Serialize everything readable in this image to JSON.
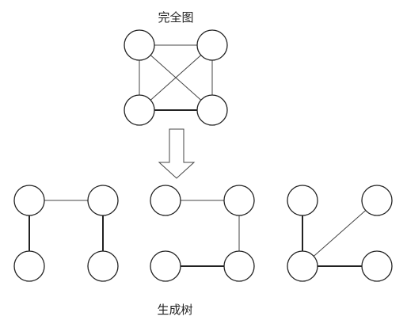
{
  "top_label": "完全图",
  "bottom_label": "生成树",
  "complete_graph": {
    "nodes": [
      "tl",
      "tr",
      "bl",
      "br"
    ],
    "edges": [
      [
        "tl",
        "tr"
      ],
      [
        "bl",
        "br"
      ],
      [
        "tl",
        "bl"
      ],
      [
        "tr",
        "br"
      ],
      [
        "tl",
        "br"
      ],
      [
        "tr",
        "bl"
      ]
    ]
  },
  "spanning_trees": [
    {
      "edges": [
        [
          "tl",
          "tr"
        ],
        [
          "tl",
          "bl"
        ],
        [
          "tr",
          "br"
        ]
      ]
    },
    {
      "edges": [
        [
          "tl",
          "tr"
        ],
        [
          "tr",
          "br"
        ],
        [
          "bl",
          "br"
        ]
      ]
    },
    {
      "edges": [
        [
          "tl",
          "bl"
        ],
        [
          "bl",
          "tr"
        ],
        [
          "bl",
          "br"
        ]
      ]
    }
  ]
}
